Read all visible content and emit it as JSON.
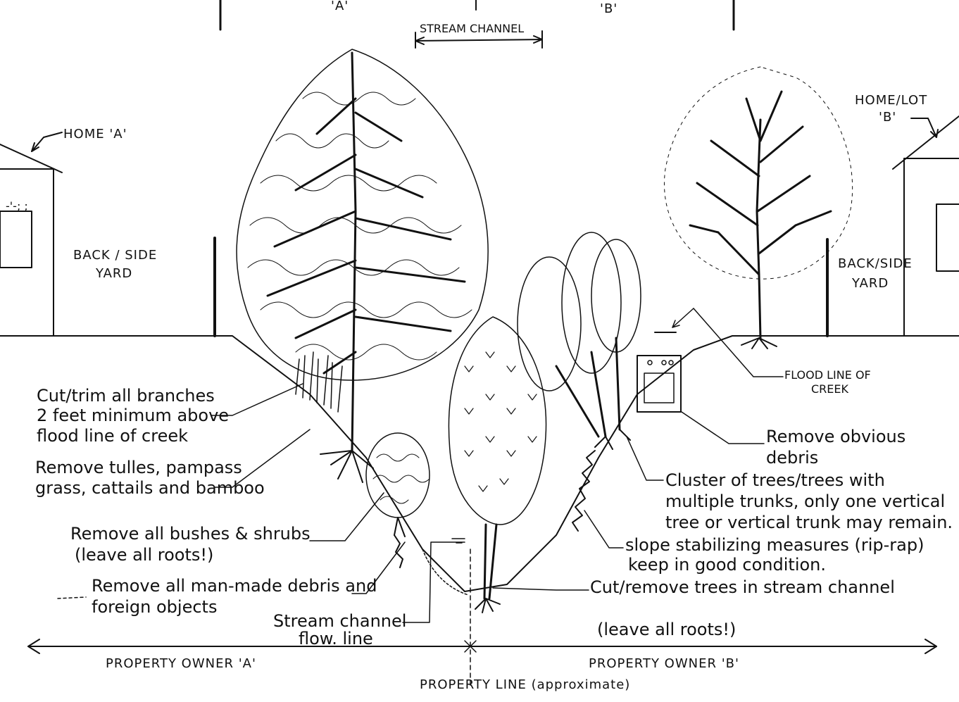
{
  "top_labels": {
    "section_a": "'A'",
    "section_b": "'B'"
  },
  "stream_channel_label": "STREAM CHANNEL",
  "home_a_label": "HOME 'A'",
  "home_b_label": [
    "HOME/LOT",
    "'B'"
  ],
  "yard_a_label": [
    "BACK / SIDE",
    "YARD"
  ],
  "yard_b_label": [
    "BACK/SIDE",
    "YARD"
  ],
  "flood_line_label": [
    "FLOOD LINE OF",
    "CREEK"
  ],
  "notes_left": {
    "trim": [
      "Cut/trim all branches",
      "2 feet minimum above",
      "flood line of creek"
    ],
    "tulles": [
      "Remove tulles, pampass",
      "grass, cattails and bamboo"
    ],
    "bushes": [
      "Remove all bushes & shrubs",
      "(leave all roots!)"
    ],
    "debris": [
      "Remove all man-made debris and",
      "foreign objects"
    ],
    "flow_line": [
      "Stream channel",
      "flow. line"
    ]
  },
  "notes_right": {
    "obvious_debris": [
      "Remove obvious",
      "debris"
    ],
    "cluster": [
      "Cluster of trees/trees with",
      "multiple trunks, only one vertical",
      "tree or vertical trunk may remain."
    ],
    "slope": [
      "slope stabilizing measures (rip-rap)",
      "keep in good condition."
    ],
    "cut_trees": "Cut/remove trees in stream channel",
    "leave_roots": "(leave all roots!)"
  },
  "bottom": {
    "owner_a": "PROPERTY OWNER 'A'",
    "owner_b": "PROPERTY OWNER 'B'",
    "property_line": "PROPERTY LINE (approximate)"
  },
  "icons": [
    "house-a",
    "house-b",
    "tall-tree",
    "right-tree",
    "channel-tree",
    "shrub",
    "tree-cluster",
    "appliance-debris",
    "rip-rap",
    "tulles-grass"
  ]
}
